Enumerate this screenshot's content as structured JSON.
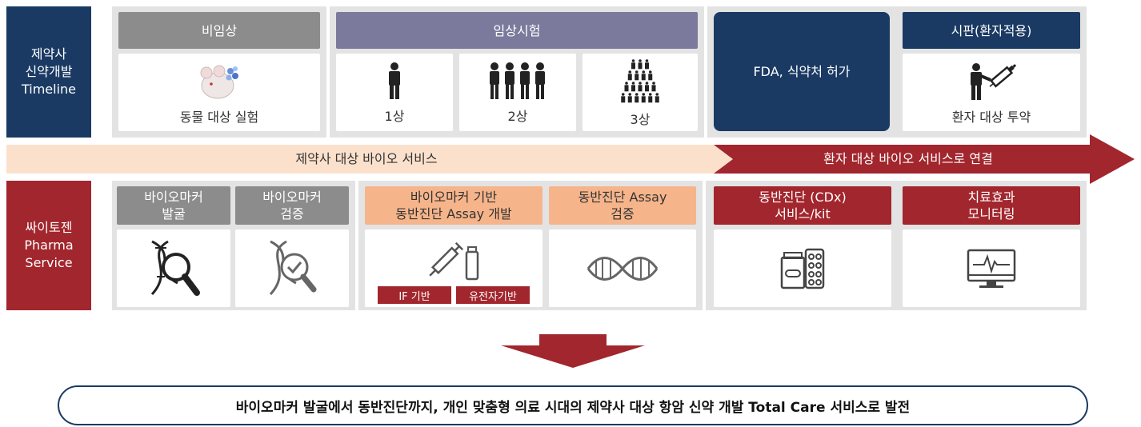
{
  "timeline_label": [
    "제약사",
    "신약개발",
    "Timeline"
  ],
  "pharma_label": [
    "싸이토젠",
    "Pharma",
    "Service"
  ],
  "stages": {
    "nonclinical": {
      "header": "비임상",
      "caption": "동물 대상 실험"
    },
    "clinical": {
      "header": "임상시험",
      "phases": [
        {
          "caption": "1상"
        },
        {
          "caption": "2상"
        },
        {
          "caption": "3상"
        }
      ]
    },
    "approval": {
      "text": "FDA, 식약처 허가"
    },
    "market": {
      "header": "시판(환자적용)",
      "caption": "환자 대상 투약"
    }
  },
  "arrow": {
    "left_text": "제약사 대상 바이오 서비스",
    "right_text": "환자 대상 바이오 서비스로 연결"
  },
  "services": {
    "discovery": {
      "line1": "바이오마커",
      "line2": "발굴"
    },
    "validation": {
      "line1": "바이오마커",
      "line2": "검증"
    },
    "assay_dev": {
      "line1": "바이오마커 기반",
      "line2": "동반진단 Assay 개발",
      "tags": [
        "IF 기반",
        "유전자기반"
      ]
    },
    "assay_valid": {
      "line1": "동반진단 Assay",
      "line2": "검증"
    },
    "cdx": {
      "line1": "동반진단 (CDx)",
      "line2": "서비스/kit"
    },
    "monitoring": {
      "line1": "치료효과",
      "line2": "모니터링"
    }
  },
  "conclusion": "바이오마커 발굴에서 동반진단까지, 개인 맞춤형 의료 시대의 제약사 대상 항암 신약 개발 Total Care 서비스로 발전",
  "colors": {
    "navy": "#1a3a63",
    "maroon": "#a2262d",
    "gray_header": "#8c8c8c",
    "purple_header": "#7b7a9c",
    "peach": "#f6b48a",
    "arrow_light": "#fbe1cc"
  }
}
